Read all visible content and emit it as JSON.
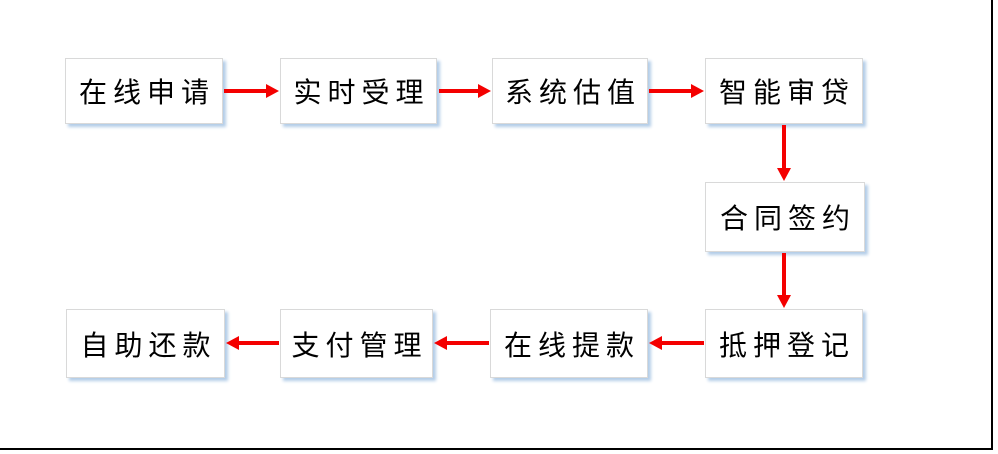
{
  "diagram": {
    "type": "flowchart",
    "description": "Online mortgage loan process flow",
    "colors": {
      "arrow": "#f40000",
      "box-border": "#d9d9d9",
      "box-shadow": "#b3cde8",
      "frame": "#000000",
      "text": "#000000",
      "bg": "#ffffff"
    },
    "nodes": [
      {
        "id": "online-application",
        "label": "在线申请"
      },
      {
        "id": "realtime-acceptance",
        "label": "实时受理"
      },
      {
        "id": "system-valuation",
        "label": "系统估值"
      },
      {
        "id": "smart-loan-review",
        "label": "智能审贷"
      },
      {
        "id": "contract-signing",
        "label": "合同签约"
      },
      {
        "id": "mortgage-registration",
        "label": "抵押登记"
      },
      {
        "id": "online-withdrawal",
        "label": "在线提款"
      },
      {
        "id": "payment-management",
        "label": "支付管理"
      },
      {
        "id": "self-repayment",
        "label": "自助还款"
      }
    ],
    "edges": [
      {
        "from": "online-application",
        "to": "realtime-acceptance",
        "direction": "right"
      },
      {
        "from": "realtime-acceptance",
        "to": "system-valuation",
        "direction": "right"
      },
      {
        "from": "system-valuation",
        "to": "smart-loan-review",
        "direction": "right"
      },
      {
        "from": "smart-loan-review",
        "to": "contract-signing",
        "direction": "down"
      },
      {
        "from": "contract-signing",
        "to": "mortgage-registration",
        "direction": "down"
      },
      {
        "from": "mortgage-registration",
        "to": "online-withdrawal",
        "direction": "left"
      },
      {
        "from": "online-withdrawal",
        "to": "payment-management",
        "direction": "left"
      },
      {
        "from": "payment-management",
        "to": "self-repayment",
        "direction": "left"
      }
    ]
  }
}
